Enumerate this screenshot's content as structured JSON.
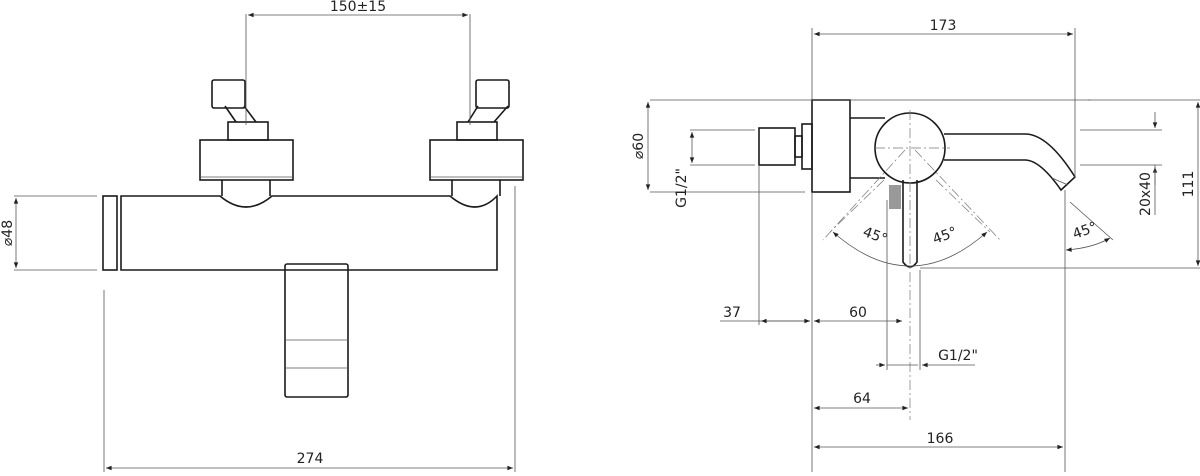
{
  "drawing": {
    "front_view": {
      "dim_valve_spacing": "150±15",
      "dim_total_width": "274",
      "dim_body_diameter": "⌀48"
    },
    "side_view": {
      "dim_depth_top": "173",
      "dim_depth_bottom": "166",
      "dim_height": "111",
      "dim_flange_diameter": "⌀60",
      "dim_inlet_thread": "G1/2\"",
      "dim_outlet_thread": "G1/2\"",
      "dim_spout_section": "20x40",
      "dim_inlet_offset": "37",
      "dim_lever_offset": "60",
      "dim_outlet_offset": "64",
      "angle_lever_left": "45°",
      "angle_lever_right": "45°",
      "angle_spout": "45°"
    },
    "colors": {
      "line": "#1a1a1a",
      "dim": "#555555"
    }
  }
}
